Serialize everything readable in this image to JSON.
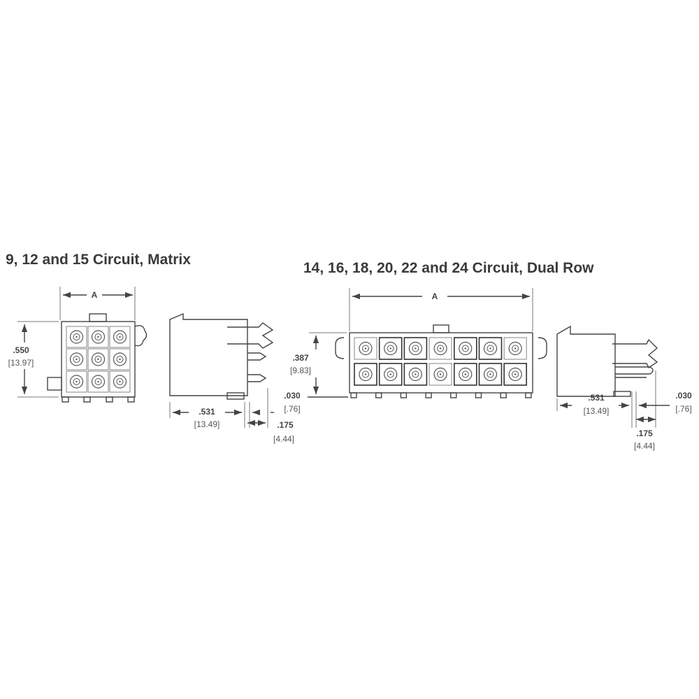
{
  "matrix": {
    "title": "9, 12 and 15 Circuit, Matrix",
    "dim_a": "A",
    "height_in": ".550",
    "height_mm": "[13.97]",
    "depth_in": ".531",
    "depth_mm": "[13.49]",
    "pin_in": ".175",
    "pin_mm": "[4.44]"
  },
  "dual_row": {
    "title": "14, 16, 18, 20, 22 and 24 Circuit, Dual Row",
    "dim_a": "A",
    "height_in": ".387",
    "height_mm": "[9.83]",
    "offset_in": ".030",
    "offset_mm": "[.76]",
    "depth_in": ".531",
    "depth_mm": "[13.49]",
    "offset2_in": ".030",
    "offset2_mm": "[.76]",
    "pin_in": ".175",
    "pin_mm": "[4.44]"
  }
}
